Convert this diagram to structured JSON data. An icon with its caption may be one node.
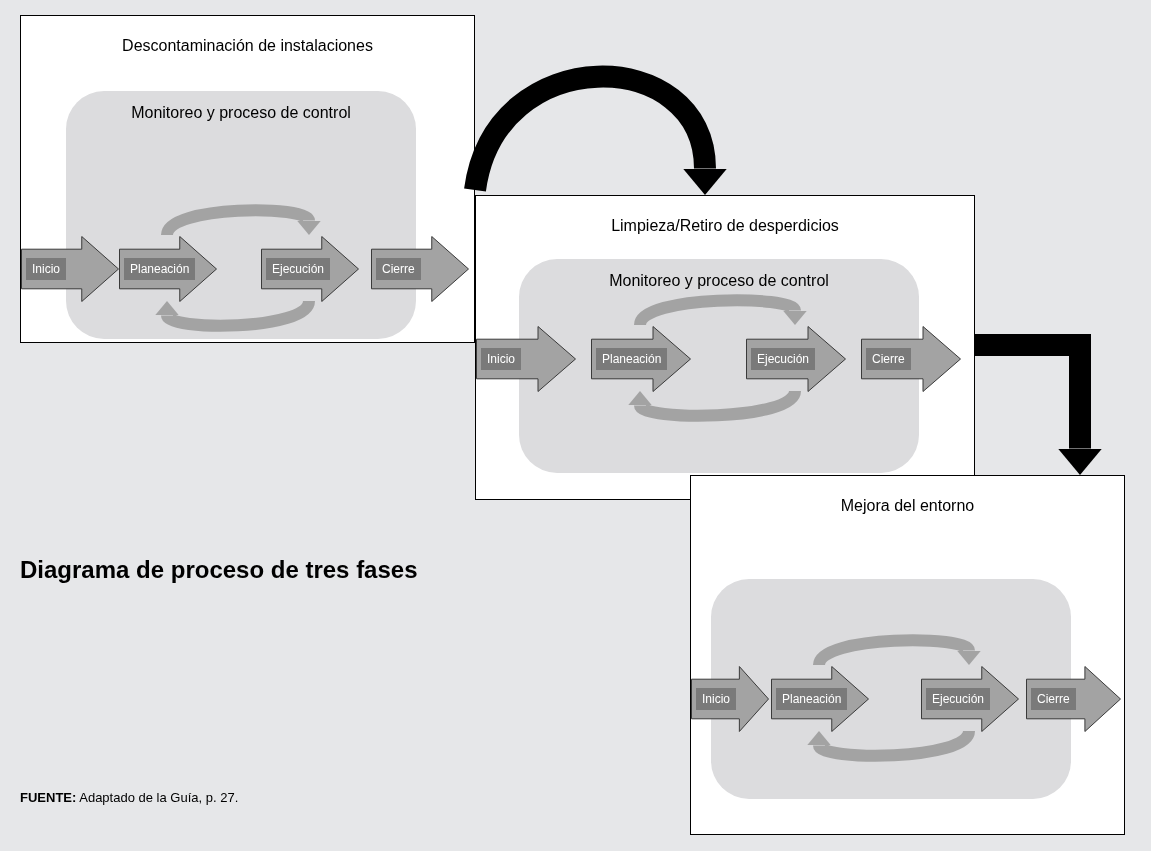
{
  "diagram": {
    "title": "Diagrama de proceso de tres fases",
    "caption": "**FUENTE:** Adaptado de la Guía, p. 27.",
    "nodes": [
      {
        "text": [
          "Descontaminación de instalaciones"
        ]
      },
      {
        "text": [
          "Monitoreo y proceso de control"
        ],
        "in": 0
      },
      {
        "text": [
          "Inicio"
        ],
        "in": 0
      },
      {
        "text": [
          "Planeación"
        ],
        "in": 1
      },
      {
        "text": [
          "Ejecución"
        ],
        "in": 1
      },
      {
        "text": [
          "Cierre"
        ],
        "in": 0
      },
      {
        "text": [
          "Limpieza/Retiro de desperdicios"
        ]
      },
      {
        "text": [
          "Monitoreo y proceso de control"
        ],
        "in": 6
      },
      {
        "text": [
          "Inicio"
        ],
        "in": 6
      },
      {
        "text": [
          "Planeación"
        ],
        "in": 7
      },
      {
        "text": [
          "Ejecución"
        ],
        "in": 7
      },
      {
        "text": [
          "Cierre"
        ],
        "in": 6
      },
      {
        "text": [
          "Mejora del entorno"
        ]
      },
      {
        "text": [],
        "shape": "box",
        "in": 12
      },
      {
        "text": [
          "Inicio"
        ],
        "in": 12
      },
      {
        "text": [
          "Planeación"
        ],
        "in": 13
      },
      {
        "text": [
          "Ejecución"
        ],
        "in": 13
      },
      {
        "text": [
          "Cierre"
        ],
        "in": 12
      }
    ],
    "edges": [
      {
        "from": 3,
        "to": 4,
        "arrow": "to"
      },
      {
        "from": 4,
        "to": 3,
        "arrow": "to"
      },
      {
        "from": 0,
        "to": 6,
        "arrow": "to",
        "style": "thick",
        "color": "#000000"
      },
      {
        "from": 9,
        "to": 10,
        "arrow": "to"
      },
      {
        "from": 10,
        "to": 9,
        "arrow": "to"
      },
      {
        "from": 6,
        "to": 12,
        "arrow": "to",
        "style": "thick",
        "color": "#000000"
      },
      {
        "from": 15,
        "to": 16,
        "arrow": "to"
      },
      {
        "from": 16,
        "to": 15,
        "arrow": "to"
      }
    ]
  }
}
